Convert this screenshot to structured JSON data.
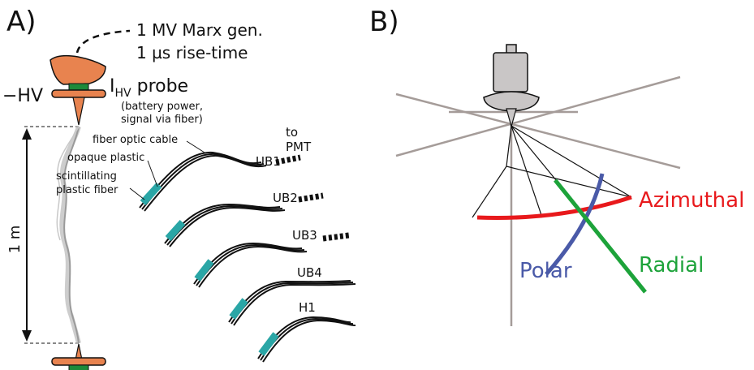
{
  "panel_a": {
    "label": "A)",
    "marx_line1": "1 MV Marx gen.",
    "marx_line2": "1 µs rise-time",
    "probe_main": "I",
    "probe_sub": "HV",
    "probe_word": " probe",
    "probe_note1": "(battery power,",
    "probe_note2": "signal via fiber)",
    "hv_label": "−HV",
    "length_label": "1 m",
    "fiber_cable_label": "fiber optic cable",
    "opaque_label": "opaque plastic",
    "scint_label1": "scintillating",
    "scint_label2": "plastic fiber",
    "to_pmt1": "to",
    "to_pmt2": "PMT",
    "detectors": [
      "UB1",
      "UB2",
      "UB3",
      "UB4",
      "H1"
    ]
  },
  "panel_b": {
    "label": "B)",
    "azimuthal": "Azimuthal",
    "polar": "Polar",
    "radial": "Radial",
    "colors": {
      "azimuthal": "#e8191c",
      "polar": "#4a5aa8",
      "radial": "#1da33a"
    }
  },
  "colors": {
    "electrode": "#e8834f",
    "probe_green": "#1d8a3a",
    "scintillator": "#2aa6a6"
  }
}
